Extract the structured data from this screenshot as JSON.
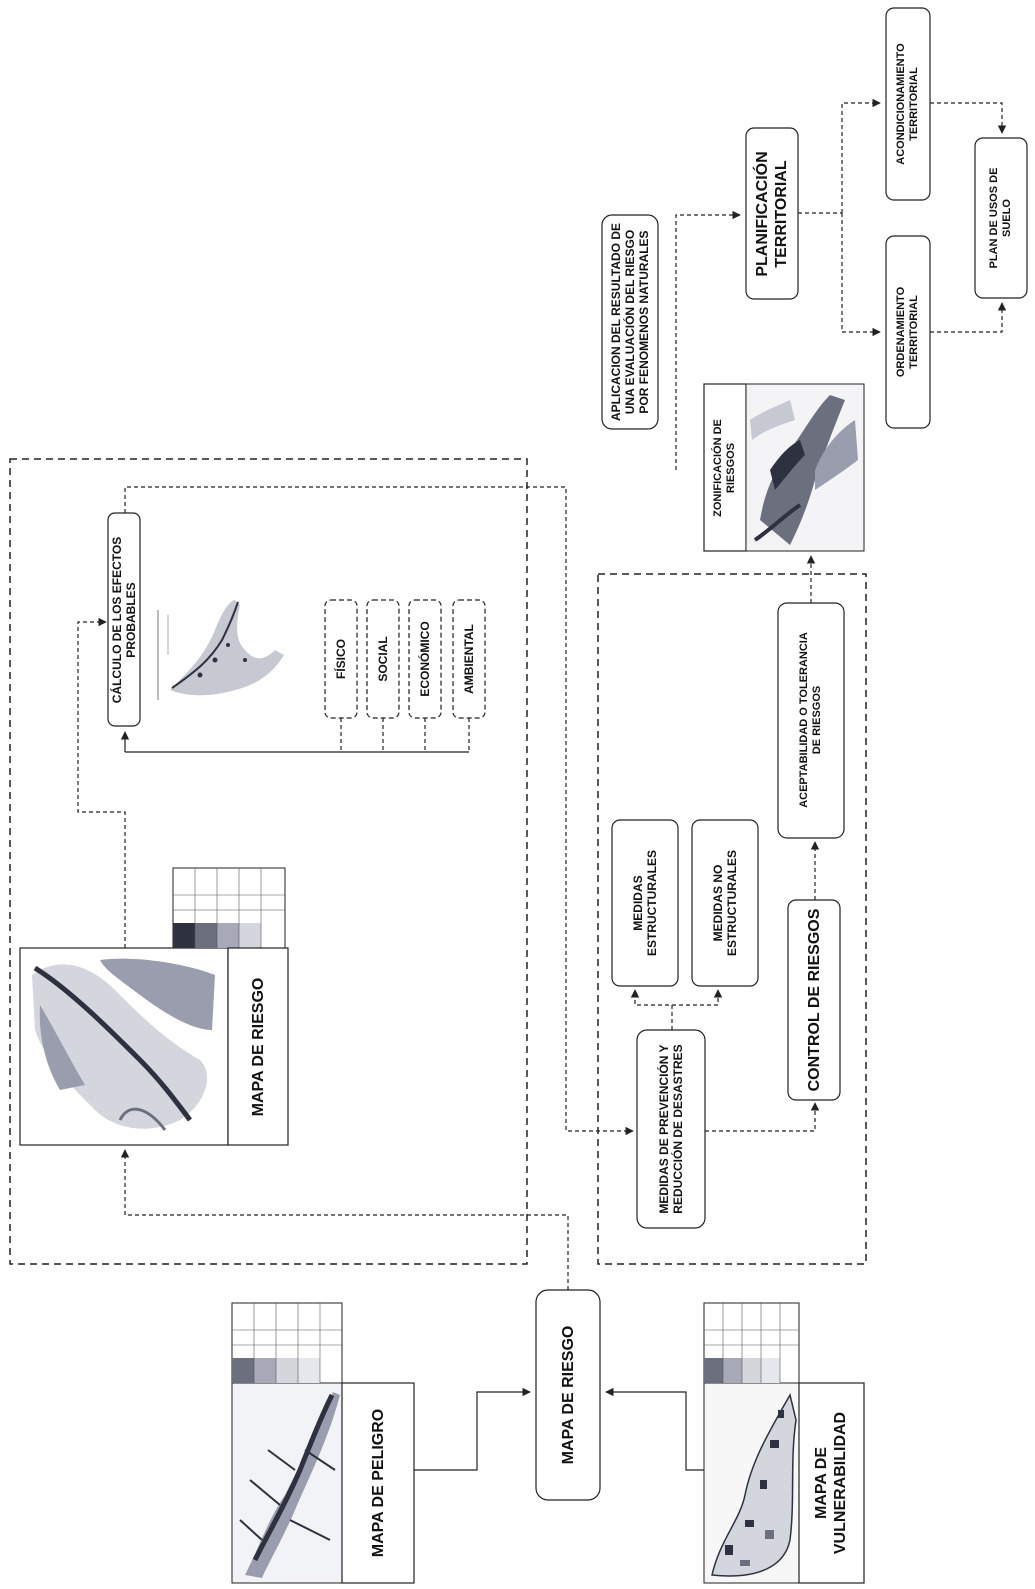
{
  "nodes": {
    "mapa_peligro": "MAPA DE PELIGRO",
    "mapa_vulnerabilidad": "MAPA DE\nVULNERABILIDAD",
    "mapa_riesgo_center": "MAPA DE RIESGO",
    "mapa_riesgo_top": "MAPA DE RIESGO",
    "calculo": "CÁLCULO DE LOS EFECTOS\nPROBABLES",
    "fisico": "FÍSICO",
    "social": "SOCIAL",
    "economico": "ECONÓMICO",
    "ambiental": "AMBIENTAL",
    "medidas_prevencion": "MEDIDAS DE PREVENCIÓN Y\nREDUCCIÓN DE DESASTRES",
    "medidas_estructurales": "MEDIDAS\nESTRUCTURALES",
    "medidas_no_estructurales": "MEDIDAS NO\nESTRUCTURALES",
    "control_riesgos": "CONTROL DE RIESGOS",
    "aceptabilidad": "ACEPTABILIDAD O TOLERANCIA\nDE RIESGOS",
    "zonificacion": "ZONIFICACIÓN DE\nRIESGOS",
    "aplicacion": "APLICACION DEL RESULTADO DE\nUNA EVALUACIÓN DEL RIESGO\nPOR FENOMENOS NATURALES",
    "planificacion": "PLANIFICACIÓN\nTERRITORIAL",
    "ordenamiento": "ORDENAMIENTO\nTERRITORIAL",
    "acondicionamiento": "ACONDICIONAMIENTO\nTERRITORIAL",
    "plan_usos": "PLAN DE USOS DE\nSUELO"
  },
  "colors": {
    "line": "#222222",
    "map_light": "#d4d6de",
    "map_mid": "#9a9dad",
    "map_dark": "#2e3140",
    "legend_dark": "#6c6f7e",
    "legend_mid": "#a7aab6"
  }
}
